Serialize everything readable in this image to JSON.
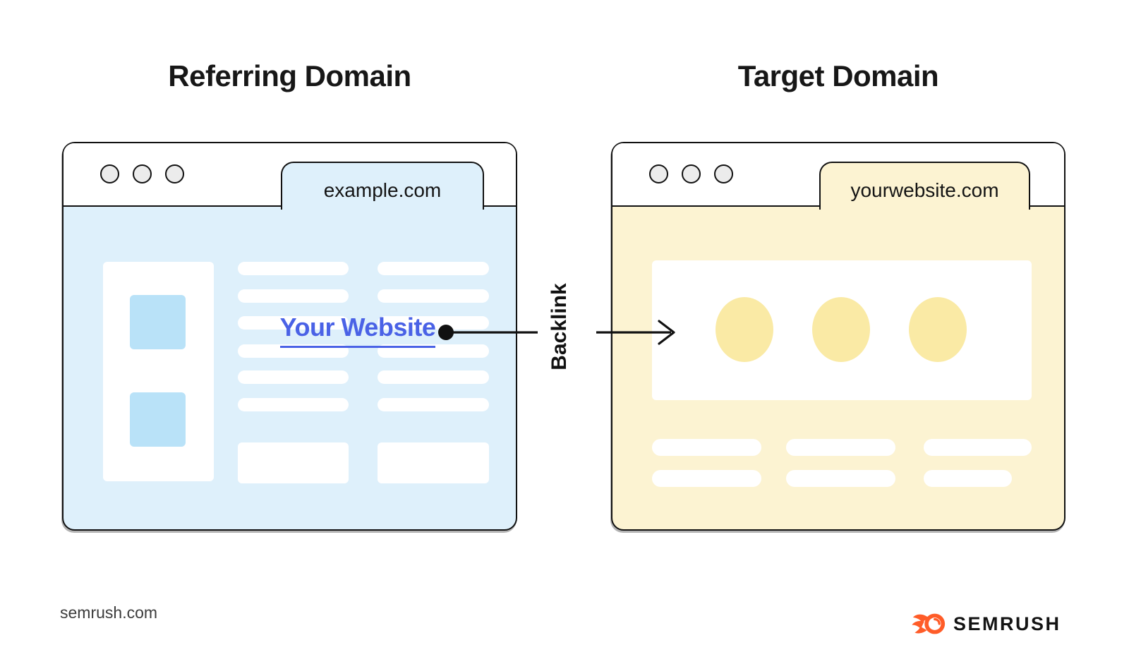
{
  "headings": {
    "left": "Referring Domain",
    "right": "Target Domain"
  },
  "referring_window": {
    "tab_label": "example.com",
    "link_label": "Your Website"
  },
  "target_window": {
    "tab_label": "yourwebsite.com"
  },
  "connector": {
    "label": "Backlink"
  },
  "footer": {
    "site": "semrush.com",
    "brand": "SEMRUSH"
  },
  "icons": {
    "window_controls": "traffic-light-circles",
    "logo": "semrush-comet-fireball"
  },
  "colors": {
    "referring_bg": "#def0fb",
    "referring_accent": "#b9e2f8",
    "target_bg": "#fcf3d2",
    "target_accent": "#faeaa5",
    "link_blue": "#4a62e6",
    "outline": "#111111",
    "brand_orange": "#ff5c28"
  }
}
